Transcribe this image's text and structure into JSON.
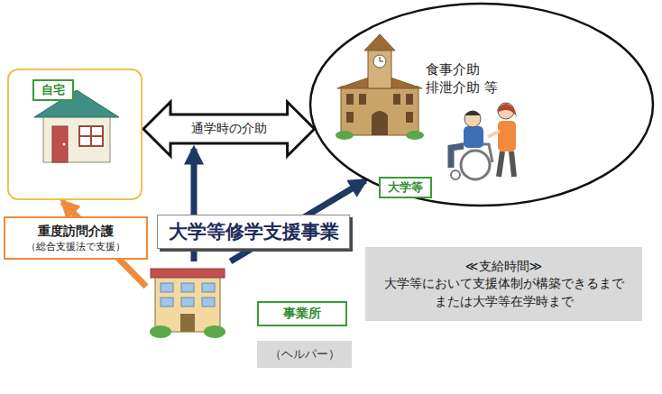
{
  "diagram": {
    "nodes": [
      {
        "text": [
          "自宅"
        ]
      },
      {
        "text": [
          "食事介助 排泄介助 等",
          "大学等"
        ]
      },
      {
        "text": [
          "重度訪問介護",
          "（総合支援法で支援）"
        ]
      },
      {
        "text": [
          "大学等修学支援事業"
        ]
      },
      {
        "text": [
          "事業所"
        ]
      },
      {
        "text": [
          "（ヘルパー）"
        ]
      },
      {
        "text": [
          "≪支給時間≫",
          "大学等において支援体制が構築できるまで または大学等在学時まで"
        ]
      }
    ],
    "edges": [
      {
        "from": 0,
        "to": 1,
        "label": "通学時の介助",
        "arrow": "both"
      },
      {
        "from": 4,
        "to": 1,
        "arrow": "to"
      },
      {
        "from": 4,
        "to": 0,
        "arrow": "to"
      }
    ]
  }
}
